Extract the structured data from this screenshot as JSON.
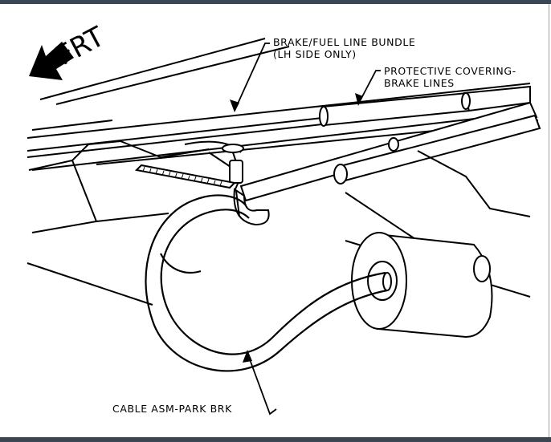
{
  "diagram": {
    "direction_label": "FRT",
    "labels": {
      "bundle_line1": "BRAKE/FUEL LINE BUNDLE",
      "bundle_line2": "(LH SIDE ONLY)",
      "covering_line1": "PROTECTIVE COVERING-",
      "covering_line2": "BRAKE LINES",
      "cable": "CABLE ASM-PARK BRK"
    },
    "icons": [
      "arrow-front-icon"
    ]
  }
}
